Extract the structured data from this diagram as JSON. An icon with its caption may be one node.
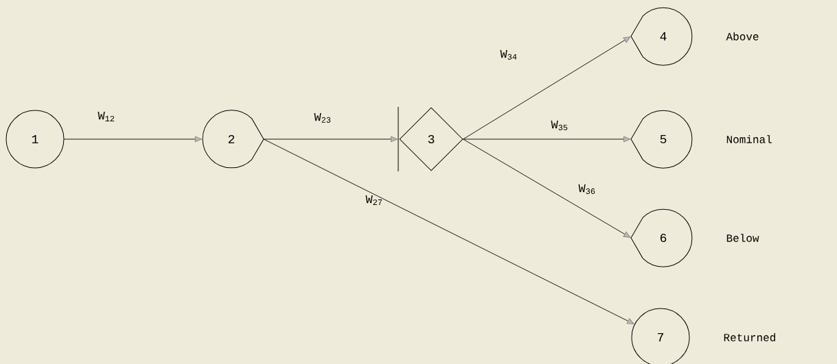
{
  "diagram": {
    "nodes": [
      {
        "text": [
          "1"
        ]
      },
      {
        "text": [
          "2"
        ]
      },
      {
        "text": [
          "3"
        ]
      },
      {
        "text": [
          "4"
        ],
        "beside": [
          "Above"
        ]
      },
      {
        "text": [
          "5"
        ],
        "beside": [
          "Nominal"
        ]
      },
      {
        "text": [
          "6"
        ],
        "beside": [
          "Below"
        ]
      },
      {
        "text": [
          "7"
        ],
        "beside": [
          "Returned"
        ]
      }
    ],
    "edges": [
      {
        "from": 0,
        "to": 1,
        "arrow": "to",
        "label": "W$_{12}$"
      },
      {
        "from": 1,
        "to": 2,
        "arrow": "to",
        "label": "W$_{23}$"
      },
      {
        "from": 2,
        "to": 3,
        "arrow": "to",
        "label": "W$_{34}$"
      },
      {
        "from": 2,
        "to": 4,
        "arrow": "to",
        "label": "W$_{35}$"
      },
      {
        "from": 2,
        "to": 5,
        "arrow": "to",
        "label": "W$_{36}$"
      },
      {
        "from": 1,
        "to": 6,
        "arrow": "to",
        "label": "W$_{27}$"
      }
    ]
  }
}
